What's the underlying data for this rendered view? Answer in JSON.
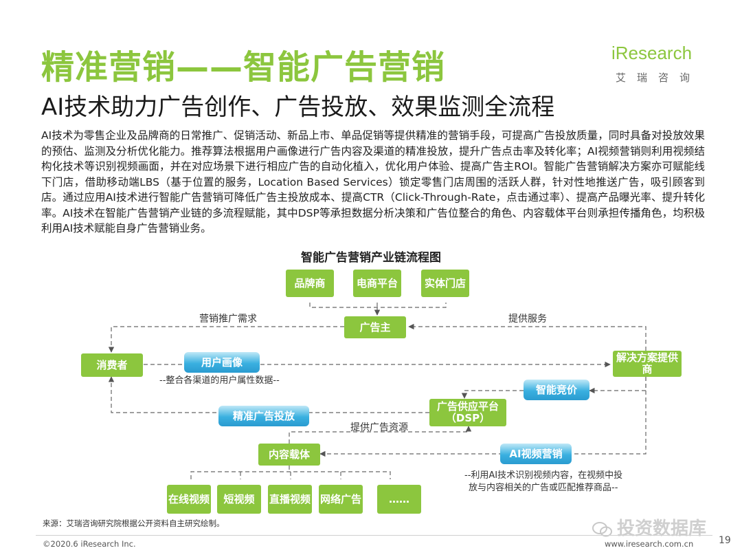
{
  "header": {
    "title": "精准营销——智能广告营销",
    "subtitle": "AI技术助力广告创作、广告投放、效果监测全流程"
  },
  "logo": {
    "main": "iResearch",
    "sub": "艾瑞咨询"
  },
  "body": {
    "paragraph": "AI技术为零售企业及品牌商的日常推广、促销活动、新品上市、单品促销等提供精准的营销手段，可提高广告投放质量，同时具备对投放效果的预估、监测及分析优化能力。推荐算法根据用户画像进行广告内容及渠道的精准投放，提升广告点击率及转化率；AI视频营销则利用视频结构化技术等识别视频画面，并在对应场景下进行相应广告的自动化植入，优化用户体验、提高广告主ROI。智能广告营销解决方案亦可赋能线下门店，借助移动端LBS（基于位置的服务，Location Based Services）锁定零售门店周围的活跃人群，针对性地推送广告，吸引顾客到店。通过应用AI技术进行智能广告营销可降低广告主投放成本、提高CTR（Click-Through-Rate，点击通过率）、提高产品曝光率、提升转化率。AI技术在智能广告营销产业链的多流程赋能，其中DSP等承担数据分析决策和广告位整合的角色、内容载体平台则承担传播角色，均积极利用AI技术赋能自身广告营销业务。"
  },
  "diagram": {
    "title": "智能广告营销产业链流程图",
    "nodes": {
      "brand": "品牌商",
      "ecommerce": "电商平台",
      "store": "实体门店",
      "advertiser": "广告主",
      "consumer": "消费者",
      "user_profile": "用户画像",
      "solution": "解决方案提供商",
      "bidding": "智能竞价",
      "precise": "精准广告投放",
      "dsp": "广告供应平台（DSP）",
      "content": "内容载体",
      "ai_video": "AI视频营销",
      "online_video": "在线视频",
      "short_video": "短视频",
      "live": "直播视频",
      "network_ad": "网络广告",
      "more": "……"
    },
    "edge_labels": {
      "marketing_demand": "营销推广需求",
      "provide_service": "提供服务",
      "provide_ad_resource": "提供广告资源"
    },
    "notes": {
      "profile_note": "--整合各渠道的用户属性数据--",
      "video_note_1": "--利用AI技术识别视频内容，在视频中投",
      "video_note_2": "放与内容相关的广告或匹配推荐商品--"
    }
  },
  "footer": {
    "source": "来源：艾瑞咨询研究院根据公开资料自主研究绘制。",
    "copyright": "©2020.6 iResearch Inc.",
    "site": "www.iresearch.com.cn",
    "page": "19",
    "watermark": "投资数据库"
  },
  "colors": {
    "accent_green": "#8cc63e",
    "accent_blue": "#2a9bd0"
  }
}
